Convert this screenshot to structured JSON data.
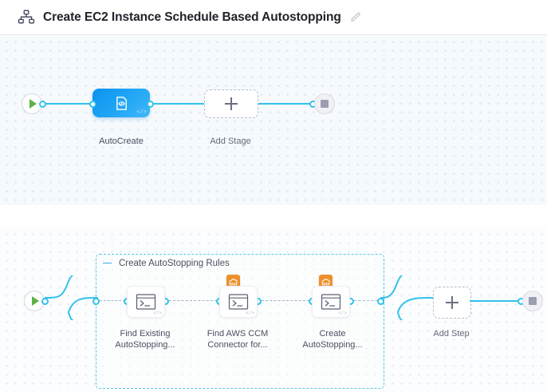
{
  "header": {
    "icon": "pipeline-nodes-icon",
    "title": "Create EC2 Instance Schedule Based Autostopping",
    "edit_icon": "pencil-edit-icon"
  },
  "colors": {
    "accent_blue": "#32c1ec",
    "node_blue": "#0a92ef",
    "start_green": "#5fb245",
    "stop_gray": "#9b9db0",
    "aws_orange": "#ec912e",
    "group_dashed": "#56c6ef",
    "canvas_bg": "#f6fafd",
    "grid_dot": "#d3e3ef"
  },
  "stage_canvas": {
    "name": "pipeline-stages-canvas",
    "start_node": {
      "icon": "play-icon",
      "label": ""
    },
    "stage": {
      "label": "AutoCreate",
      "icon": "code-template-icon",
      "badge": "</>"
    },
    "add_stage": {
      "label": "Add Stage",
      "icon": "plus-icon"
    },
    "end_node": {
      "icon": "stop-square-icon"
    }
  },
  "step_canvas": {
    "name": "pipeline-steps-canvas",
    "start_node": {
      "icon": "play-icon"
    },
    "group": {
      "title": "Create AutoStopping Rules",
      "collapse_icon": "minus-collapse-icon"
    },
    "steps": [
      {
        "label_line1": "Find Existing",
        "label_line2": "AutoStopping...",
        "icon": "shell-terminal-icon",
        "badge": "</>",
        "aws_badge": false
      },
      {
        "label_line1": "Find AWS CCM",
        "label_line2": "Connector for...",
        "icon": "shell-terminal-icon",
        "badge": "</>",
        "aws_badge": true
      },
      {
        "label_line1": "Create",
        "label_line2": "AutoStopping...",
        "icon": "shell-terminal-icon",
        "badge": "</>",
        "aws_badge": true
      }
    ],
    "add_step": {
      "label": "Add Step",
      "icon": "plus-icon"
    },
    "end_node": {
      "icon": "stop-square-icon"
    }
  }
}
